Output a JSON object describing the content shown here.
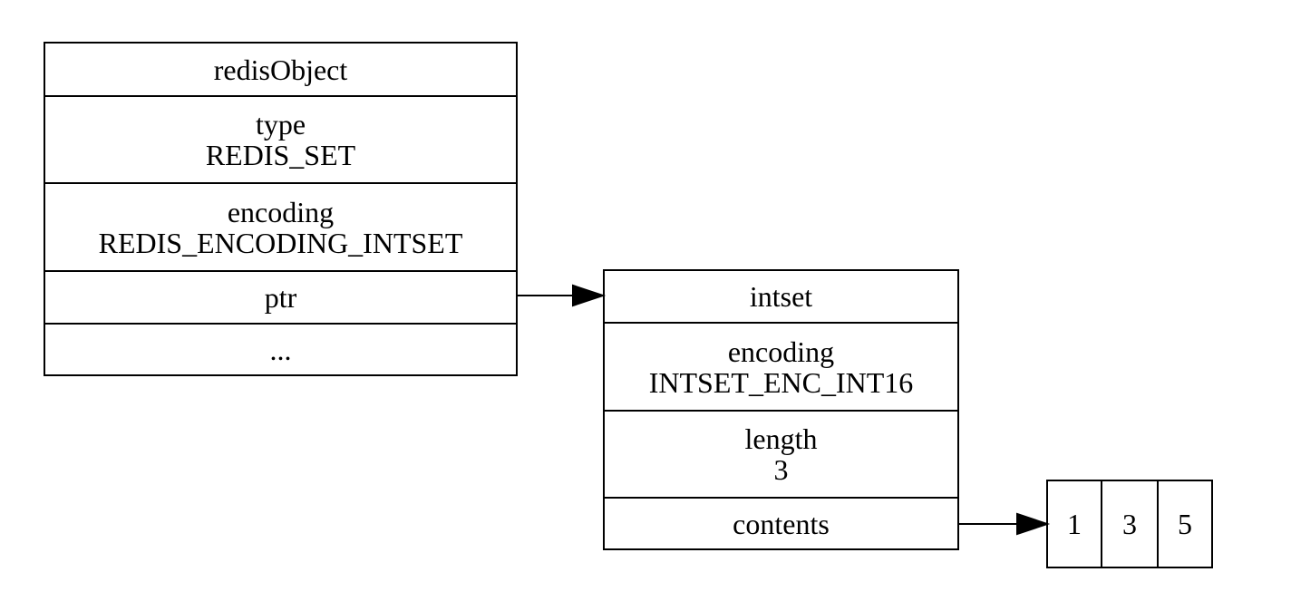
{
  "redis_object": {
    "header": "redisObject",
    "type_label": "type",
    "type_value": "REDIS_SET",
    "encoding_label": "encoding",
    "encoding_value": "REDIS_ENCODING_INTSET",
    "ptr_label": "ptr",
    "more_label": "..."
  },
  "intset": {
    "header": "intset",
    "encoding_label": "encoding",
    "encoding_value": "INTSET_ENC_INT16",
    "length_label": "length",
    "length_value": "3",
    "contents_label": "contents"
  },
  "contents_array": [
    "1",
    "3",
    "5"
  ]
}
